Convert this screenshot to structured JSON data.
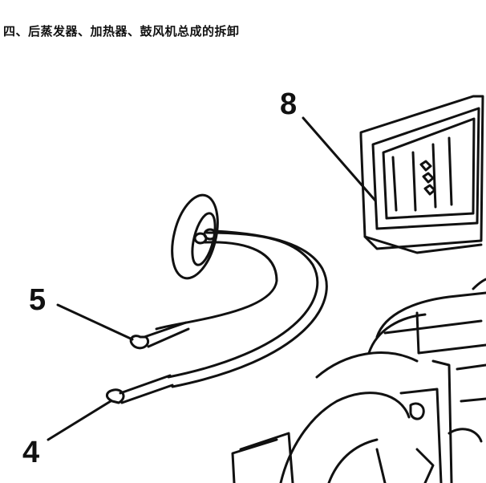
{
  "document": {
    "title": "四、后蒸发器、加热器、鼓风机总成的拆卸"
  },
  "diagram": {
    "callouts": [
      "8",
      "5",
      "4"
    ],
    "line_color": "#111111"
  }
}
